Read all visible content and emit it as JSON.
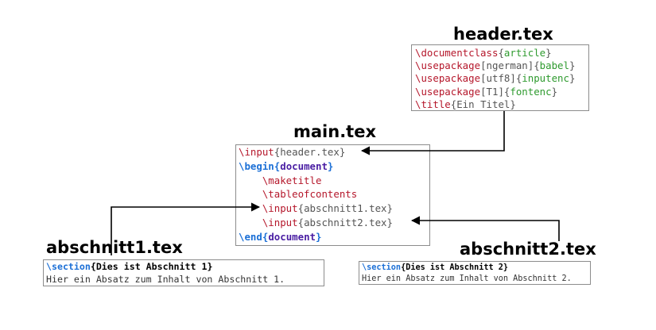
{
  "files": {
    "header": {
      "title": "header.tex",
      "lines": [
        [
          {
            "t": "\\documentclass",
            "c": "cmd"
          },
          {
            "t": "{",
            "c": "arg"
          },
          {
            "t": "article",
            "c": "grn"
          },
          {
            "t": "}",
            "c": "arg"
          }
        ],
        [
          {
            "t": "\\usepackage",
            "c": "cmd"
          },
          {
            "t": "[ngerman]{",
            "c": "arg"
          },
          {
            "t": "babel",
            "c": "grn"
          },
          {
            "t": "}",
            "c": "arg"
          }
        ],
        [
          {
            "t": "\\usepackage",
            "c": "cmd"
          },
          {
            "t": "[utf8]{",
            "c": "arg"
          },
          {
            "t": "inputenc",
            "c": "grn"
          },
          {
            "t": "}",
            "c": "arg"
          }
        ],
        [
          {
            "t": "\\usepackage",
            "c": "cmd"
          },
          {
            "t": "[T1]{",
            "c": "arg"
          },
          {
            "t": "fontenc",
            "c": "grn"
          },
          {
            "t": "}",
            "c": "arg"
          }
        ],
        [
          {
            "t": "\\title",
            "c": "cmd"
          },
          {
            "t": "{Ein Titel}",
            "c": "arg"
          }
        ]
      ]
    },
    "main": {
      "title": "main.tex",
      "lines": [
        [
          {
            "t": "\\input",
            "c": "cmd"
          },
          {
            "t": "{header.tex}",
            "c": "arg"
          }
        ],
        [
          {
            "t": "\\begin",
            "c": "kw"
          },
          {
            "t": "{",
            "c": "kw"
          },
          {
            "t": "document",
            "c": "env"
          },
          {
            "t": "}",
            "c": "kw"
          }
        ],
        [
          {
            "t": "    ",
            "c": "arg"
          },
          {
            "t": "\\maketitle",
            "c": "cmd"
          }
        ],
        [
          {
            "t": "    ",
            "c": "arg"
          },
          {
            "t": "\\tableofcontents",
            "c": "cmd"
          }
        ],
        [
          {
            "t": "    ",
            "c": "arg"
          },
          {
            "t": "\\input",
            "c": "cmd"
          },
          {
            "t": "{abschnitt1.tex}",
            "c": "arg"
          }
        ],
        [
          {
            "t": "    ",
            "c": "arg"
          },
          {
            "t": "\\input",
            "c": "cmd"
          },
          {
            "t": "{abschnitt2.tex}",
            "c": "arg"
          }
        ],
        [
          {
            "t": "\\end",
            "c": "kw"
          },
          {
            "t": "{",
            "c": "kw"
          },
          {
            "t": "document",
            "c": "env"
          },
          {
            "t": "}",
            "c": "kw"
          }
        ]
      ]
    },
    "abschnitt1": {
      "title": "abschnitt1.tex",
      "lines": [
        [
          {
            "t": "\\section",
            "c": "seccmd"
          },
          {
            "t": "{",
            "c": "bk"
          },
          {
            "t": "Dies ist Abschnitt 1",
            "c": "bk"
          },
          {
            "t": "}",
            "c": "bk"
          }
        ],
        [
          {
            "t": "Hier ein Absatz zum Inhalt von Abschnitt 1.",
            "c": "plain"
          }
        ]
      ]
    },
    "abschnitt2": {
      "title": "abschnitt2.tex",
      "lines": [
        [
          {
            "t": "\\section",
            "c": "seccmd"
          },
          {
            "t": "{",
            "c": "bk"
          },
          {
            "t": "Dies ist Abschnitt 2",
            "c": "bk"
          },
          {
            "t": "}",
            "c": "bk"
          }
        ],
        [
          {
            "t": "Hier ein Absatz zum Inhalt von Abschnitt 2.",
            "c": "plain"
          }
        ]
      ]
    }
  },
  "colors": {
    "command": "#b5172b",
    "keyword": "#1b6fd6",
    "environment": "#4a1ea3",
    "package": "#2e9a2e",
    "border": "#8c8c8c",
    "arrow": "#000000"
  }
}
